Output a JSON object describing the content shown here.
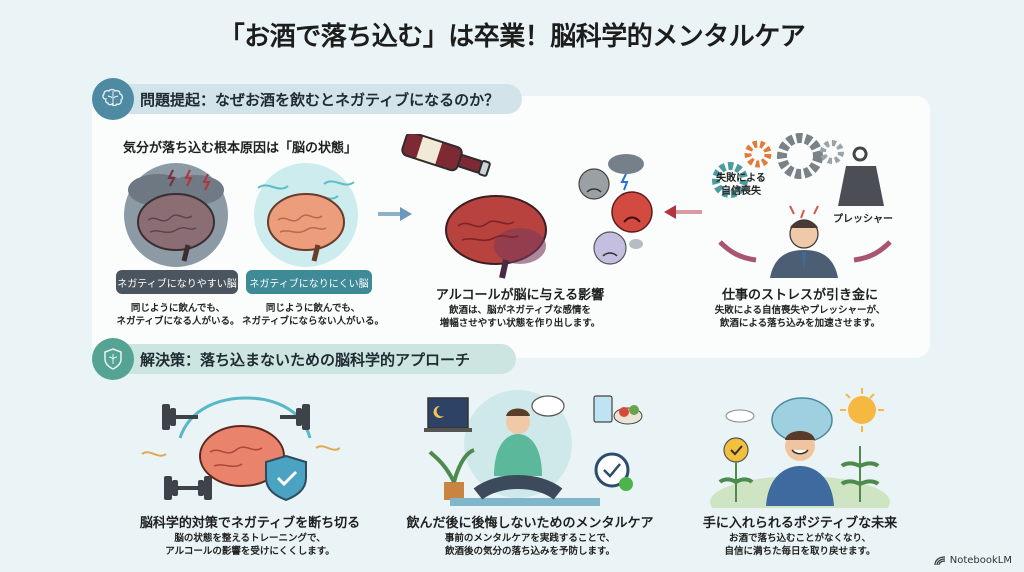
{
  "title": "「お酒で落ち込む」は卒業！脳科学的メンタルケア",
  "problem_section": {
    "header": "問題提起：なぜお酒を飲むとネガティブになるのか？",
    "icon": "brain-icon",
    "brain_state": {
      "heading": "気分が落ち込む根本原因は「脳の状態」",
      "negative_brain": {
        "tag": "ネガティブになりやすい脳",
        "desc_line1": "同じように飲んでも、",
        "desc_line2": "ネガティブになる人がいる。",
        "tag_color": "#4b5560"
      },
      "resilient_brain": {
        "tag": "ネガティブになりにくい脳",
        "desc_line1": "同じように飲んでも、",
        "desc_line2": "ネガティブにならない人がいる。",
        "tag_color": "#3e8a97"
      }
    },
    "alcohol_effect": {
      "heading": "アルコールが脳に与える影響",
      "desc_line1": "飲酒は、脳がネガティブな感情を",
      "desc_line2": "増幅させやすい状態を作り出します。"
    },
    "work_stress": {
      "heading": "仕事のストレスが引き金に",
      "desc_line1": "失敗による自信喪失やプレッシャーが、",
      "desc_line2": "飲酒による落ち込みを加速させます。",
      "label_left_line1": "失敗による",
      "label_left_line2": "自信喪失",
      "label_right": "プレッシャー"
    }
  },
  "solution_section": {
    "header": "解決策：落ち込まないための脳科学的アプローチ",
    "icon": "shield-brain-icon",
    "items": [
      {
        "heading": "脳科学的対策でネガティブを断ち切る",
        "desc_line1": "脳の状態を整えるトレーニングで、",
        "desc_line2": "アルコールの影響を受けにくくします。"
      },
      {
        "heading": "飲んだ後に後悔しないためのメンタルケア",
        "desc_line1": "事前のメンタルケアを実践することで、",
        "desc_line2": "飲酒後の気分の落ち込みを予防します。"
      },
      {
        "heading": "手に入れられるポジティブな未来",
        "desc_line1": "お酒で落ち込むことがなくなり、",
        "desc_line2": "自信に満ちた毎日を取り戻せます。"
      }
    ]
  },
  "footer": {
    "brand": "NotebookLM"
  },
  "colors": {
    "background": "#eaf4f6",
    "problem_accent": "#4f8aa3",
    "solution_accent": "#55a393"
  }
}
